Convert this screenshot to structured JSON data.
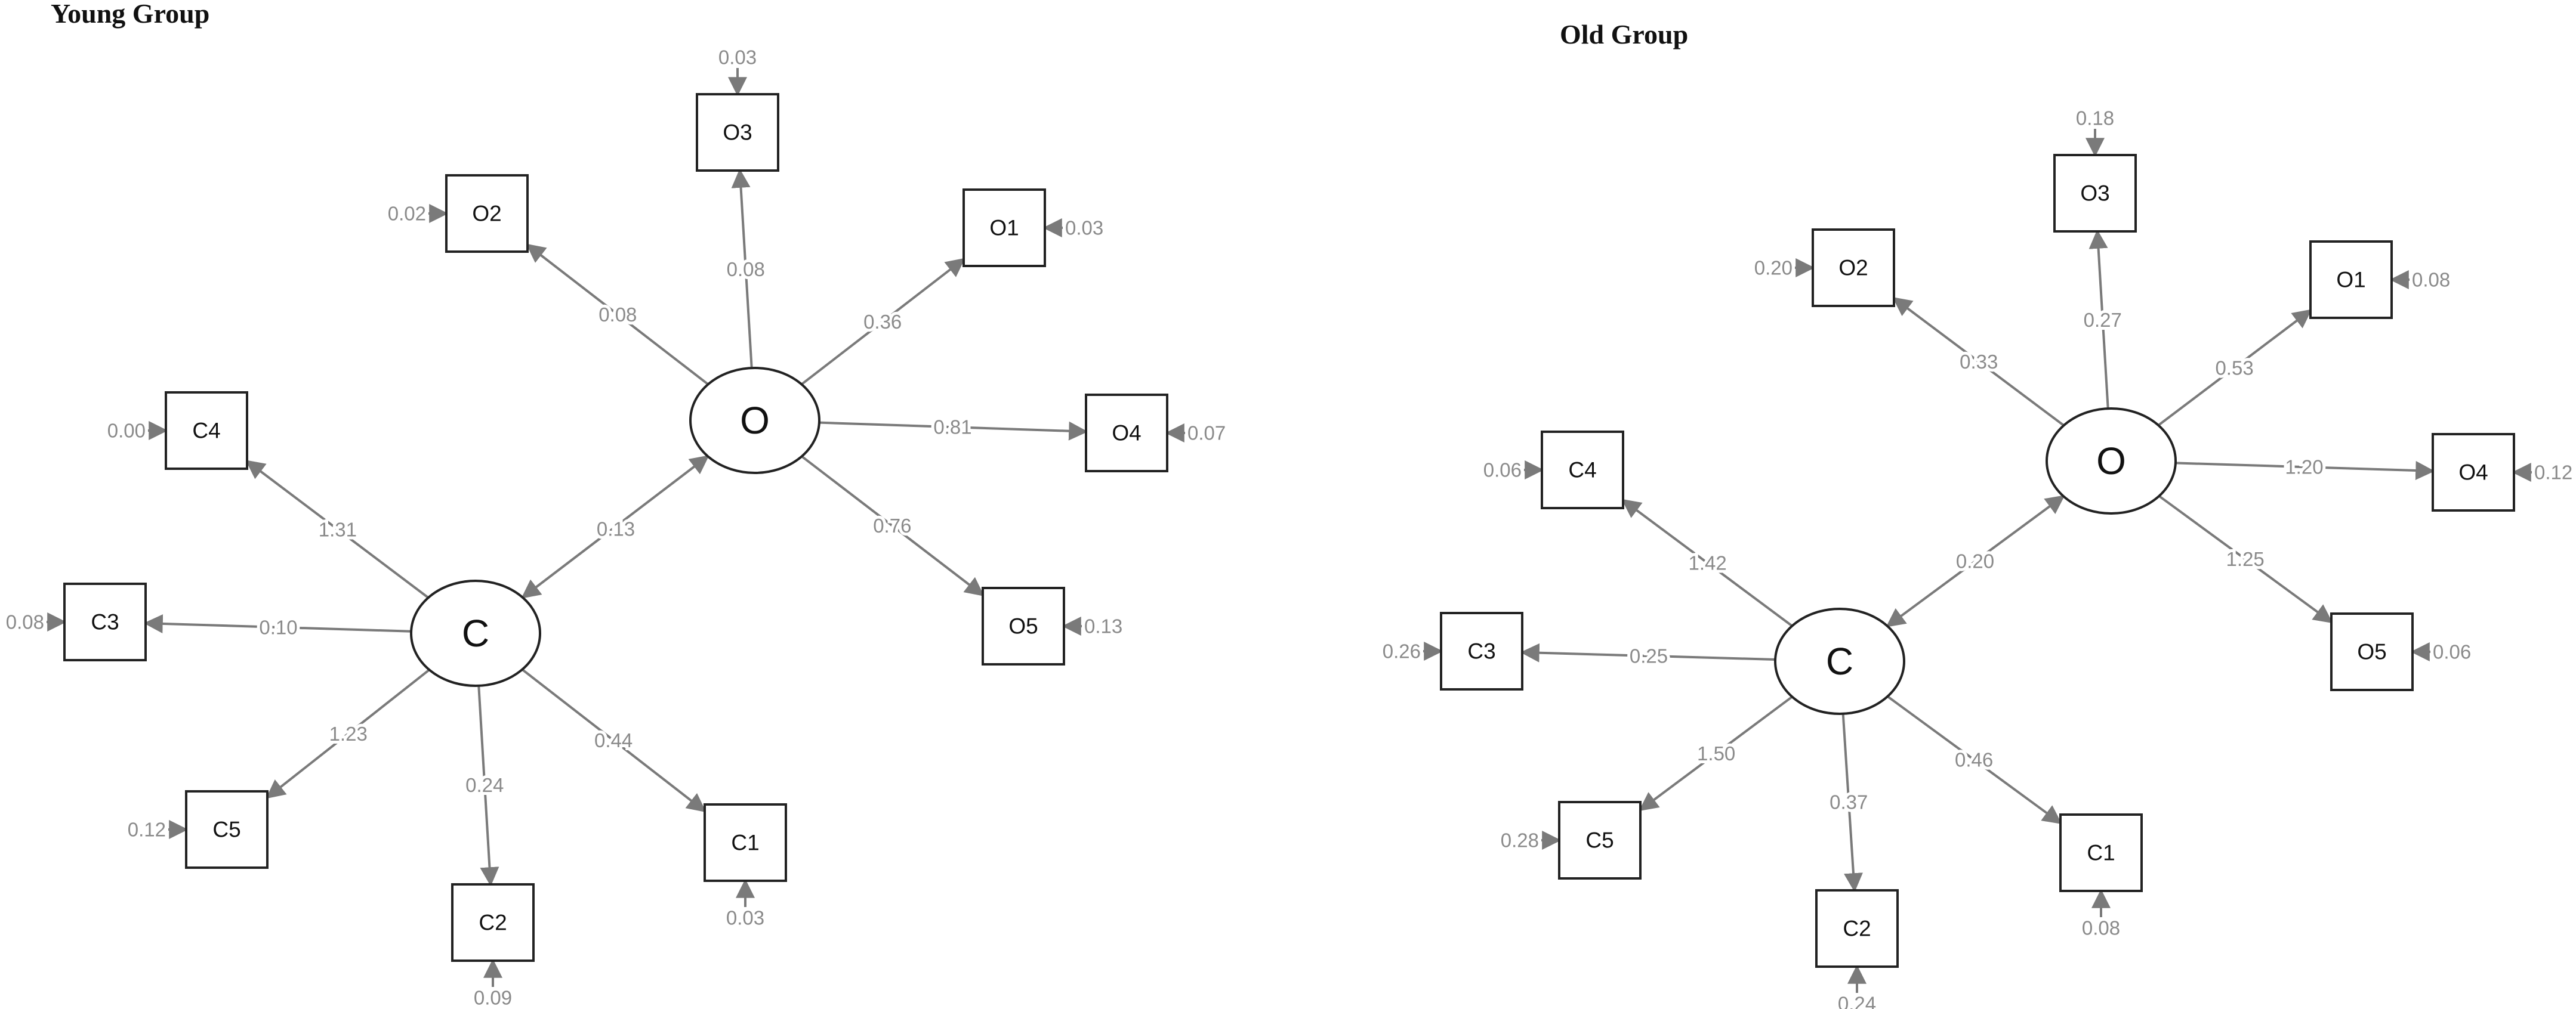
{
  "titles": {
    "young": "Young Group",
    "old": "Old Group"
  },
  "edge_color": "#7a7a7a",
  "label_color": "#8a8a8a",
  "groups": [
    {
      "id": "young",
      "latents": [
        {
          "id": "O",
          "label": "O"
        },
        {
          "id": "C",
          "label": "C"
        }
      ],
      "observed": [
        {
          "id": "O1",
          "label": "O1",
          "factor": "O",
          "loading": "0.36",
          "residual": "0.03"
        },
        {
          "id": "O2",
          "label": "O2",
          "factor": "O",
          "loading": "0.08",
          "residual": "0.02"
        },
        {
          "id": "O3",
          "label": "O3",
          "factor": "O",
          "loading": "0.08",
          "residual": "0.03"
        },
        {
          "id": "O4",
          "label": "O4",
          "factor": "O",
          "loading": "0.81",
          "residual": "0.07"
        },
        {
          "id": "O5",
          "label": "O5",
          "factor": "O",
          "loading": "0.76",
          "residual": "0.13"
        },
        {
          "id": "C1",
          "label": "C1",
          "factor": "C",
          "loading": "0.44",
          "residual": "0.03"
        },
        {
          "id": "C2",
          "label": "C2",
          "factor": "C",
          "loading": "0.24",
          "residual": "0.09"
        },
        {
          "id": "C3",
          "label": "C3",
          "factor": "C",
          "loading": "0.10",
          "residual": "0.08"
        },
        {
          "id": "C4",
          "label": "C4",
          "factor": "C",
          "loading": "1.31",
          "residual": "0.00"
        },
        {
          "id": "C5",
          "label": "C5",
          "factor": "C",
          "loading": "1.23",
          "residual": "0.12"
        }
      ],
      "covariance": "0.13"
    },
    {
      "id": "old",
      "latents": [
        {
          "id": "O",
          "label": "O"
        },
        {
          "id": "C",
          "label": "C"
        }
      ],
      "observed": [
        {
          "id": "O1",
          "label": "O1",
          "factor": "O",
          "loading": "0.53",
          "residual": "0.08"
        },
        {
          "id": "O2",
          "label": "O2",
          "factor": "O",
          "loading": "0.33",
          "residual": "0.20"
        },
        {
          "id": "O3",
          "label": "O3",
          "factor": "O",
          "loading": "0.27",
          "residual": "0.18"
        },
        {
          "id": "O4",
          "label": "O4",
          "factor": "O",
          "loading": "1.20",
          "residual": "0.12"
        },
        {
          "id": "O5",
          "label": "O5",
          "factor": "O",
          "loading": "1.25",
          "residual": "0.06"
        },
        {
          "id": "C1",
          "label": "C1",
          "factor": "C",
          "loading": "0.46",
          "residual": "0.08"
        },
        {
          "id": "C2",
          "label": "C2",
          "factor": "C",
          "loading": "0.37",
          "residual": "0.24"
        },
        {
          "id": "C3",
          "label": "C3",
          "factor": "C",
          "loading": "0.25",
          "residual": "0.26"
        },
        {
          "id": "C4",
          "label": "C4",
          "factor": "C",
          "loading": "1.42",
          "residual": "0.06"
        },
        {
          "id": "C5",
          "label": "C5",
          "factor": "C",
          "loading": "1.50",
          "residual": "0.28"
        }
      ],
      "covariance": "0.20"
    }
  ]
}
